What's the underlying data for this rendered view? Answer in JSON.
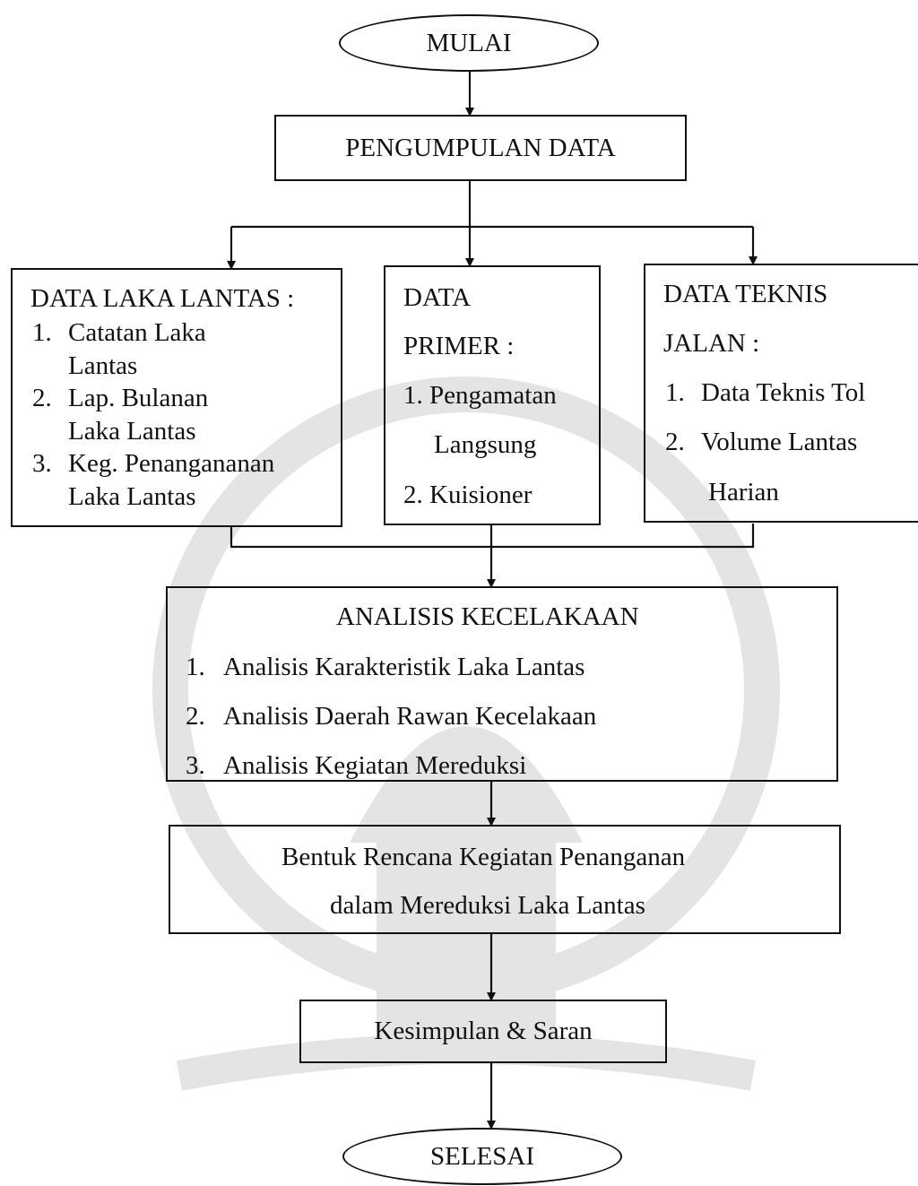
{
  "start": "MULAI",
  "collect": "PENGUMPULAN DATA",
  "laka": {
    "title": "DATA LAKA LANTAS :",
    "items": [
      {
        "num": "1.",
        "line1": "Catatan Laka",
        "line2": "Lantas"
      },
      {
        "num": "2.",
        "line1": "Lap. Bulanan",
        "line2": "Laka Lantas"
      },
      {
        "num": "3.",
        "line1": "Keg. Penangananan",
        "line2": "Laka Lantas"
      }
    ]
  },
  "primer": {
    "title1": "DATA",
    "title2": "PRIMER :",
    "item1_line1": "1. Pengamatan",
    "item1_line2": "Langsung",
    "item2": "2. Kuisioner"
  },
  "teknis": {
    "title1": "DATA TEKNIS",
    "title2": "JALAN :",
    "items": [
      {
        "num": "1.",
        "line1": "Data Teknis Tol"
      },
      {
        "num": "2.",
        "line1": "Volume Lantas",
        "line2": "Harian"
      }
    ]
  },
  "analysis": {
    "title": "ANALISIS KECELAKAAN",
    "items": [
      {
        "num": "1.",
        "text": "Analisis Karakteristik Laka Lantas"
      },
      {
        "num": "2.",
        "text": "Analisis Daerah Rawan Kecelakaan"
      },
      {
        "num": "3.",
        "text": "Analisis Kegiatan Mereduksi"
      }
    ]
  },
  "plan": {
    "line1": "Bentuk Rencana Kegiatan Penanganan",
    "line2": "dalam Mereduksi Laka Lantas"
  },
  "conclusion": "Kesimpulan & Saran",
  "end": "SELESAI"
}
